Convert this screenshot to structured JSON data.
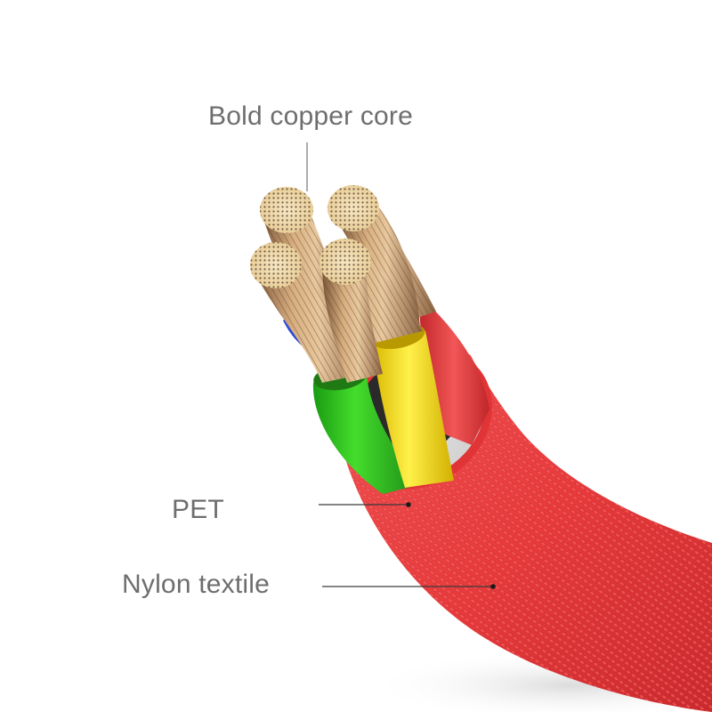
{
  "title": "Cable structure diagram",
  "labels": {
    "copper_core": "Bold copper core",
    "pet": "PET",
    "nylon": "Nylon textile"
  },
  "colors": {
    "label_text": "#6e6e6e",
    "leader_line": "#3a3a3a",
    "copper_light": "#f3dfb4",
    "copper_mid": "#c79a6a",
    "copper_dark": "#7a5538",
    "wire_blue": "#2a48d8",
    "wire_green": "#33cc22",
    "wire_yellow": "#f4e21a",
    "wire_red": "#e8393b",
    "pet_ring": "#e6e6e6",
    "nylon_red": "#ec3c3c",
    "nylon_dark": "#c92a2c"
  }
}
